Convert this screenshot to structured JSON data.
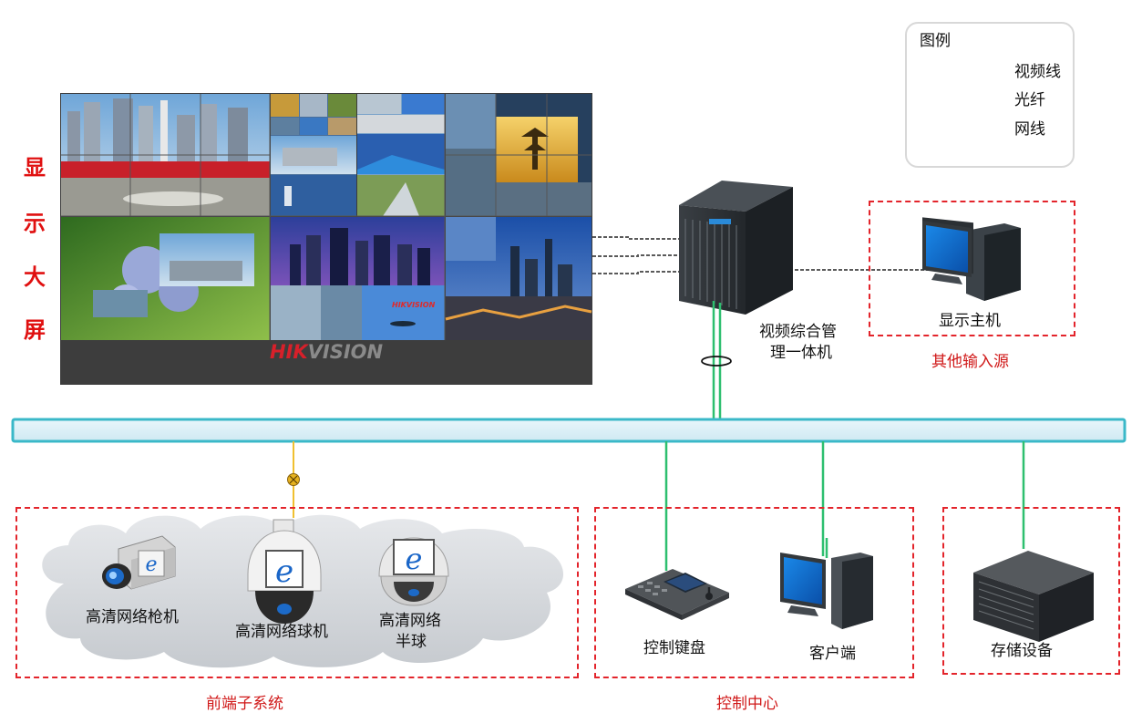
{
  "legend": {
    "title": "图例",
    "items": [
      {
        "label": "视频线",
        "style": "dashed",
        "color": "#555555"
      },
      {
        "label": "光纤",
        "style": "fiber",
        "color": "#f0c030"
      },
      {
        "label": "网线",
        "style": "solid",
        "color": "#2dbf6f"
      }
    ]
  },
  "display": {
    "vertical_title": [
      "显",
      "示",
      "大",
      "屏"
    ],
    "brand_hik": "HIK",
    "brand_vision": "VISION",
    "wall_brand": "HIKVISION"
  },
  "center": {
    "label_line1": "视频综合管",
    "label_line2": "理一体机"
  },
  "other_input": {
    "device": "显示主机",
    "group": "其他输入源"
  },
  "front_end": {
    "bullet_camera": "高清网络枪机",
    "dome_camera": "高清网络球机",
    "half_dome_line1": "高清网络",
    "half_dome_line2": "半球",
    "group": "前端子系统"
  },
  "control": {
    "keyboard": "控制键盘",
    "client": "客户端",
    "group": "控制中心"
  },
  "storage": {
    "device": "存储设备"
  },
  "colors": {
    "accent_red": "#e3242b",
    "network_green": "#2dbf6f",
    "fiber_yellow": "#f0c030",
    "bus_teal": "#3ab8c8"
  }
}
